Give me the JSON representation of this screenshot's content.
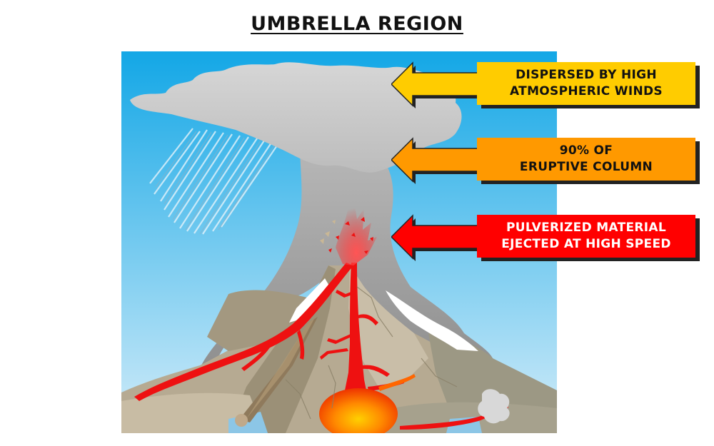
{
  "title": "UMBRELLA REGION",
  "callouts": [
    {
      "line1": "DISPERSED BY HIGH",
      "line2": "ATMOSPHERIC WINDS",
      "color": "#ffcc00",
      "text_color": "#111111"
    },
    {
      "line1": "90% OF",
      "line2": "ERUPTIVE COLUMN",
      "color": "#ff9900",
      "text_color": "#111111"
    },
    {
      "line1": "PULVERIZED MATERIAL",
      "line2": "EJECTED AT HIGH SPEED",
      "color": "#ff0000",
      "text_color": "#ffffff"
    }
  ],
  "colors": {
    "sky_top": "#13a7e6",
    "sky_bottom": "#d2ecf9",
    "ash": "#9a9a9a",
    "lava": "#ee1111",
    "magma": "#ff9900",
    "rock": "#b0a48c",
    "snow": "#ffffff"
  }
}
